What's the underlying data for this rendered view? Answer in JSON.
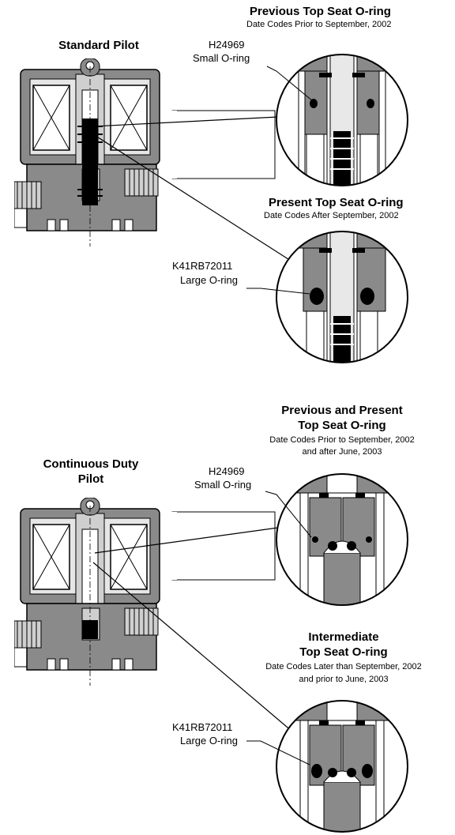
{
  "standard": {
    "title": "Standard Pilot",
    "previous": {
      "title": "Previous Top Seat O-ring",
      "subtitle": "Date Codes Prior to September, 2002",
      "part_number": "H24969",
      "part_name": "Small O-ring"
    },
    "present": {
      "title": "Present Top Seat O-ring",
      "subtitle": "Date Codes After September, 2002",
      "part_number": "K41RB72011",
      "part_name": "Large O-ring"
    }
  },
  "continuous": {
    "title_line1": "Continuous Duty",
    "title_line2": "Pilot",
    "previous_present": {
      "title_line1": "Previous and Present",
      "title_line2": "Top Seat O-ring",
      "subtitle_line1": "Date Codes Prior to September, 2002",
      "subtitle_line2": "and after June, 2003",
      "part_number": "H24969",
      "part_name": "Small O-ring"
    },
    "intermediate": {
      "title_line1": "Intermediate",
      "title_line2": "Top Seat O-ring",
      "subtitle_line1": "Date Codes Later than September, 2002",
      "subtitle_line2": "and prior to June, 2003",
      "part_number": "K41RB72011",
      "part_name": "Large O-ring"
    }
  },
  "colors": {
    "body_gray": "#8a8a8a",
    "dark_gray": "#5e5e5e",
    "light_gray": "#cfcfcf",
    "black": "#000000"
  }
}
